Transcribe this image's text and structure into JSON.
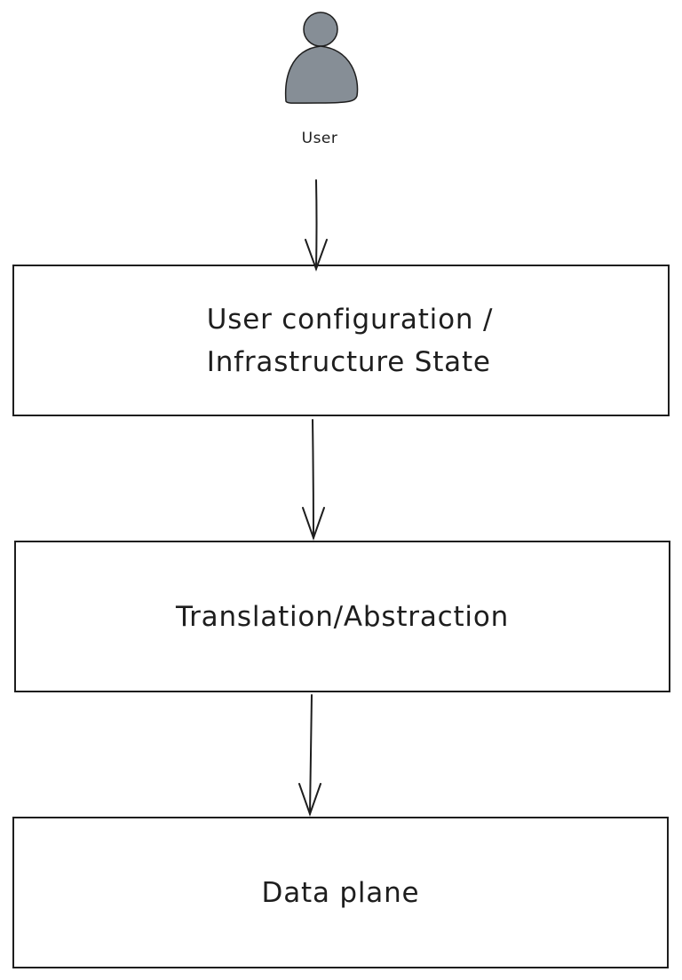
{
  "user": {
    "icon": "user-icon",
    "label": "User"
  },
  "boxes": [
    {
      "label": "User configuration /\nInfrastructure State"
    },
    {
      "label": "Translation/Abstraction"
    },
    {
      "label": "Data plane"
    }
  ],
  "colors": {
    "stroke": "#1e1e1e",
    "user_fill": "#868e96",
    "background": "#ffffff"
  }
}
